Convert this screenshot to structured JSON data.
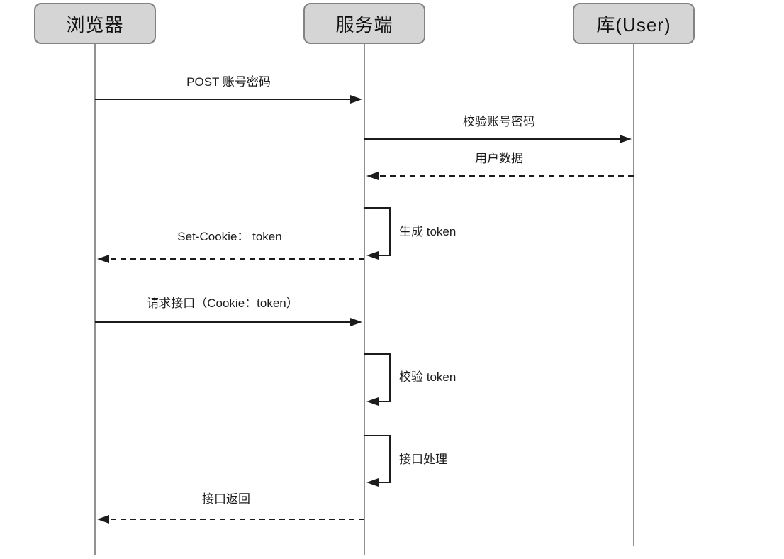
{
  "diagram": {
    "type": "sequence-diagram",
    "background_color": "#ffffff",
    "actor_fill_color": "#d5d5d5",
    "actor_border_color": "#838383",
    "lifeline_color": "#919191",
    "arrow_color": "#1c1c1c",
    "text_color": "#1c1c1c"
  },
  "actors": [
    {
      "id": "browser",
      "label": "浏览器"
    },
    {
      "id": "server",
      "label": "服务端"
    },
    {
      "id": "database",
      "label": "库(User)"
    }
  ],
  "messages": [
    {
      "label": "POST 账号密码",
      "from": "browser",
      "to": "server",
      "style": "solid"
    },
    {
      "label": "校验账号密码",
      "from": "server",
      "to": "database",
      "style": "solid"
    },
    {
      "label": "用户数据",
      "from": "database",
      "to": "server",
      "style": "dashed"
    },
    {
      "label": "生成 token",
      "from": "server",
      "to": "server",
      "style": "self"
    },
    {
      "label": "Set-Cookie： token",
      "from": "server",
      "to": "browser",
      "style": "dashed"
    },
    {
      "label": "请求接口（Cookie：token）",
      "from": "browser",
      "to": "server",
      "style": "solid"
    },
    {
      "label": "校验 token",
      "from": "server",
      "to": "server",
      "style": "self"
    },
    {
      "label": "接口处理",
      "from": "server",
      "to": "server",
      "style": "self"
    },
    {
      "label": "接口返回",
      "from": "server",
      "to": "browser",
      "style": "dashed"
    }
  ]
}
